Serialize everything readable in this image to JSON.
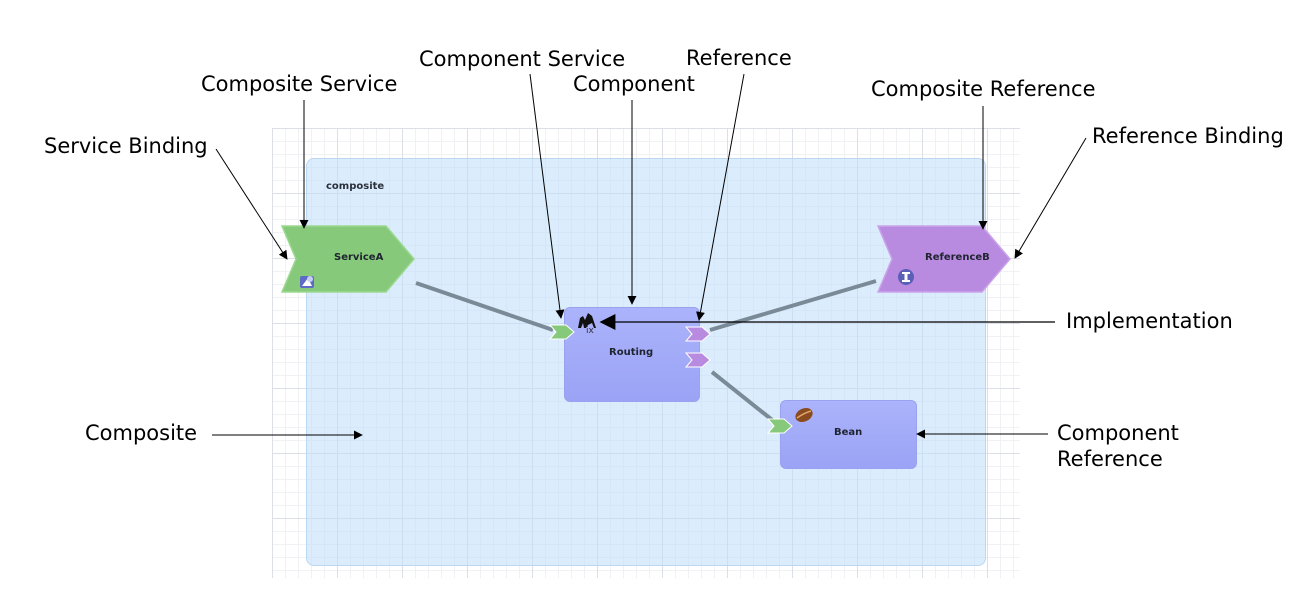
{
  "diagram": {
    "composite_name": "composite",
    "service_a": "ServiceA",
    "reference_b": "ReferenceB",
    "routing": "Routing",
    "bean": "Bean"
  },
  "annotations": {
    "component_service": "Component Service",
    "reference": "Reference",
    "composite_service": "Composite Service",
    "component": "Component",
    "composite_reference": "Composite Reference",
    "service_binding": "Service Binding",
    "reference_binding": "Reference Binding",
    "implementation": "Implementation",
    "composite": "Composite",
    "component_reference_line1": "Component",
    "component_reference_line2": "Reference"
  },
  "colors": {
    "service": "#86c97a",
    "reference": "#b98be0",
    "component": "#a3abf8",
    "composite_bg": "#d6e8fb",
    "wire": "#7a8a96"
  }
}
